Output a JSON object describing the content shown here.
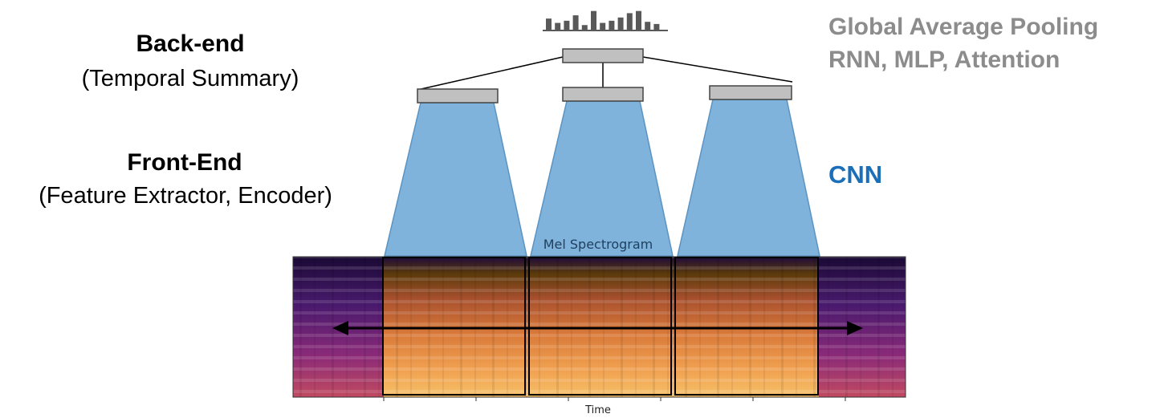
{
  "left_labels": {
    "backend_title": "Back-end",
    "backend_subtitle": "(Temporal Summary)",
    "frontend_title": "Front-End",
    "frontend_subtitle": "(Feature Extractor, Encoder)"
  },
  "right_labels": {
    "backend_methods": [
      "Global Average Pooling",
      "RNN, MLP, Attention"
    ],
    "frontend_method": "CNN"
  },
  "spectrogram": {
    "title": "Mel Spectrogram",
    "xlabel": "Time"
  },
  "colors": {
    "cnn_fill": "#7fb3dc",
    "cnn_stroke": "#5b93c2",
    "block_fill": "#c0c0c0",
    "histogram": "#595959",
    "cnn_label": "#1a6fb8",
    "backend_label": "#8c8c8c"
  },
  "histogram_bars": [
    0.55,
    0.35,
    0.45,
    0.7,
    0.25,
    0.9,
    0.35,
    0.45,
    0.6,
    0.8,
    0.9,
    0.4,
    0.3
  ]
}
